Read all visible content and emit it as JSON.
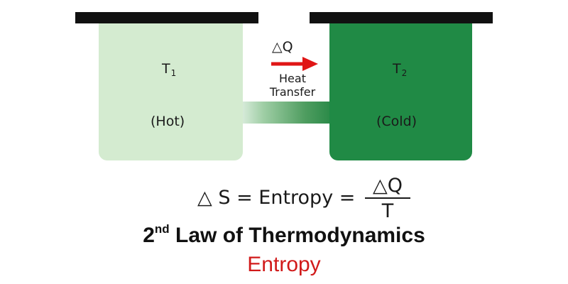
{
  "colors": {
    "hot_box": "#d4ebd0",
    "cold_box": "#208a45",
    "arrow": "#e01616",
    "plate": "#111111",
    "subtitle": "#d11a1a"
  },
  "hot": {
    "temp_symbol": "T",
    "temp_index": "1",
    "label": "(Hot)"
  },
  "cold": {
    "temp_symbol": "T",
    "temp_index": "2",
    "label": "(Cold)"
  },
  "transfer": {
    "quantity": "△Q",
    "arrow_icon": "right-arrow-icon",
    "label_line1": "Heat",
    "label_line2": "Transfer"
  },
  "formula": {
    "lhs": "△ S = Entropy =",
    "numerator": "△Q",
    "denominator": "T"
  },
  "title": {
    "prefix": "2",
    "ordinal": "nd",
    "rest": " Law of Thermodynamics"
  },
  "subtitle": "Entropy"
}
